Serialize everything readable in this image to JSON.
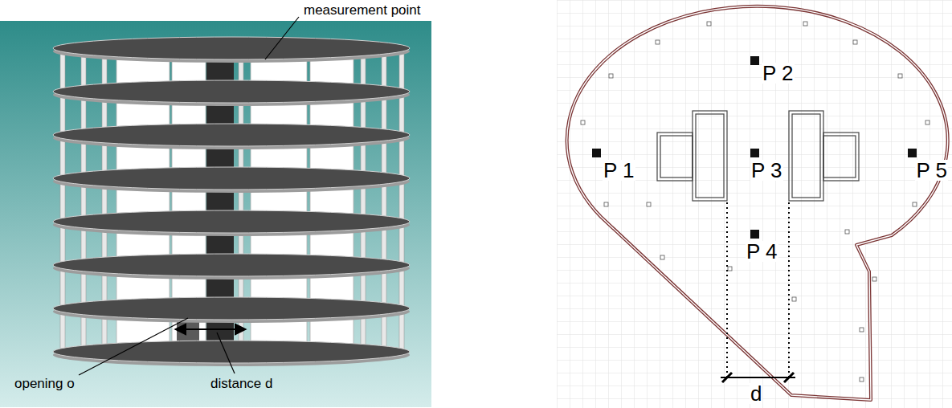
{
  "diagram": {
    "labels": [
      "measurement point",
      "opening o",
      "distance d",
      "P 1",
      "P 2",
      "P 3",
      "P 4",
      "P 5",
      "d"
    ]
  }
}
